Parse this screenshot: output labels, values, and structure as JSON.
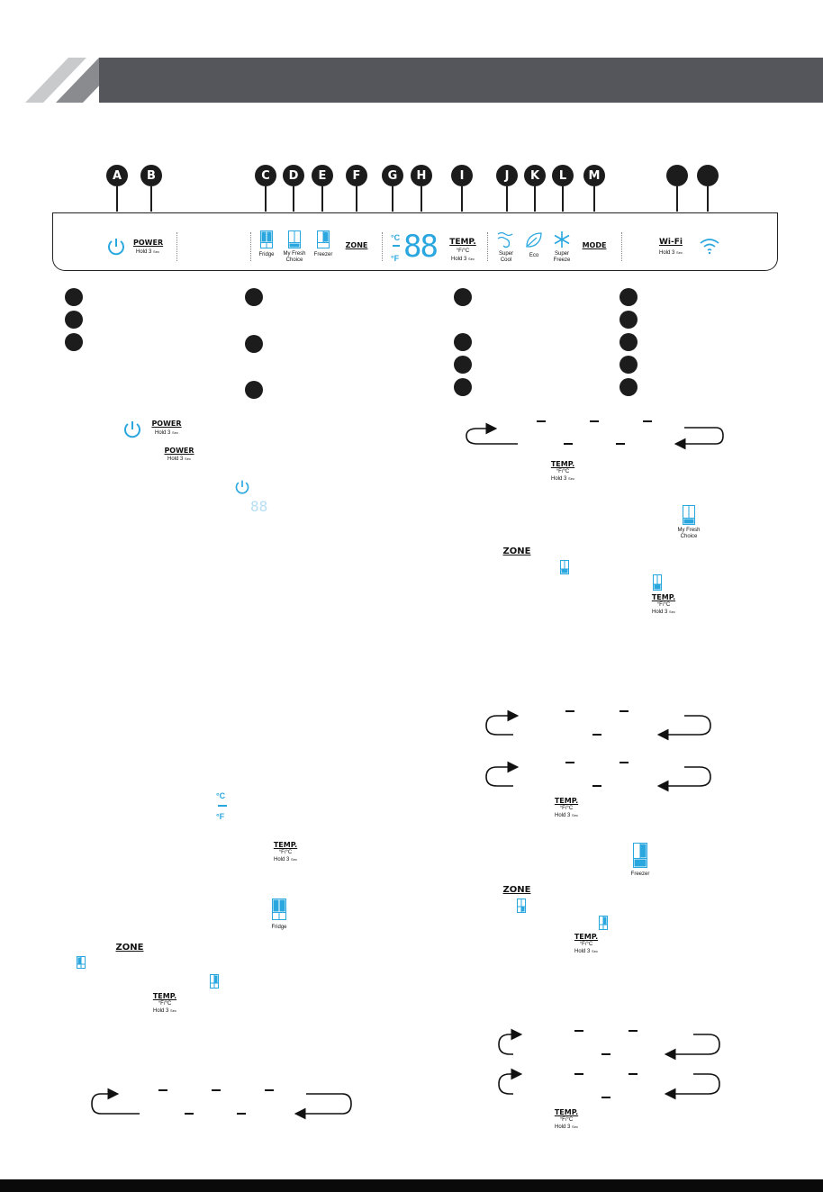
{
  "colors": {
    "header": "#54565c",
    "accent": "#2aa7df",
    "marker": "#1c1c1c"
  },
  "markers": [
    "A",
    "B",
    "C",
    "D",
    "E",
    "F",
    "G",
    "H",
    "I",
    "J",
    "K",
    "L",
    "M",
    "",
    ""
  ],
  "panel": {
    "power": "POWER",
    "power_hold": "Hold 3",
    "fridge": "Fridge",
    "my_fresh_choice_1": "My Fresh",
    "my_fresh_choice_2": "Choice",
    "freezer": "Freezer",
    "zone": "ZONE",
    "celsius": "°C",
    "fahrenheit": "°F",
    "display": "88",
    "temp": "TEMP.",
    "temp_unit": "°F/°C",
    "temp_hold": "Hold 3",
    "super_cool_1": "Super",
    "super_cool_2": "Cool",
    "eco": "Eco",
    "super_freeze_1": "Super",
    "super_freeze_2": "Freeze",
    "mode": "MODE",
    "wifi": "Wi-Fi",
    "wifi_hold": "Hold 3",
    "sec": "Sec"
  },
  "icons": [
    "power-icon",
    "fridge-icon",
    "my-fresh-choice-icon",
    "freezer-icon",
    "super-cool-icon",
    "eco-icon",
    "super-freeze-icon",
    "wifi-icon"
  ]
}
